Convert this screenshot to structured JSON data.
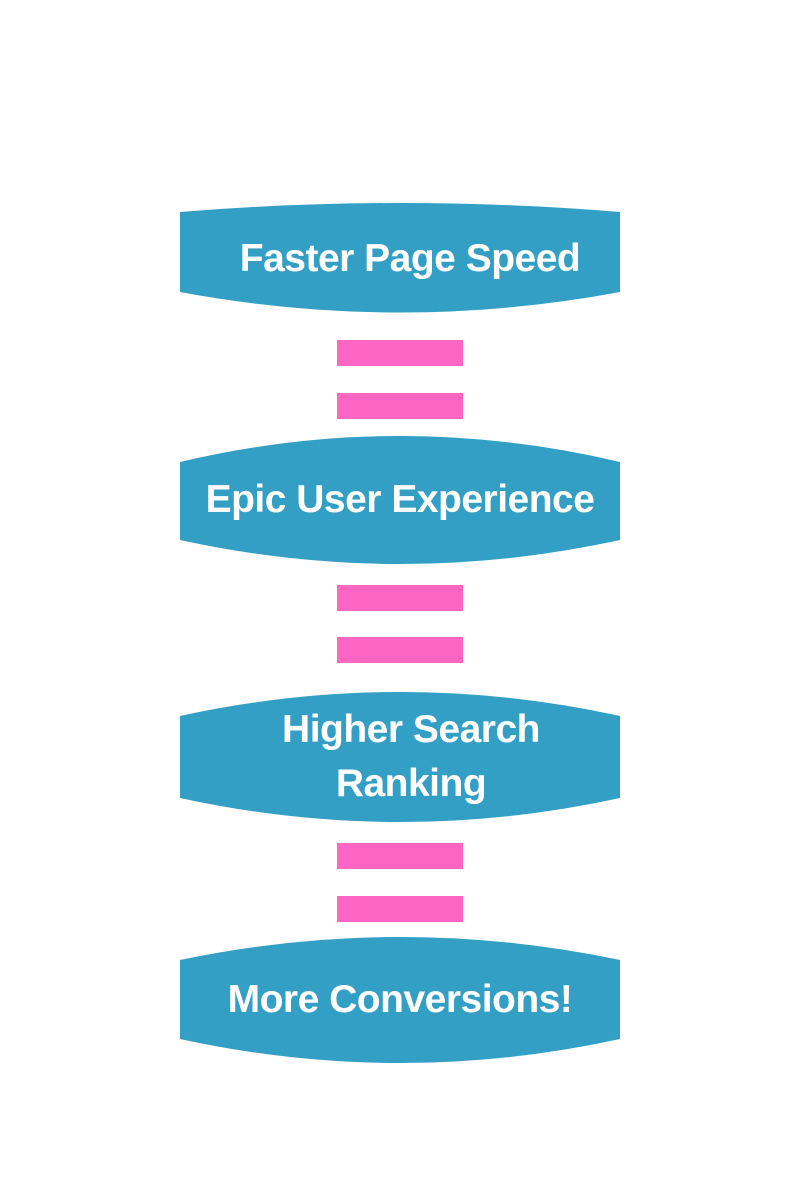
{
  "diagram": {
    "title": "Page speed benefits chain",
    "colors": {
      "banner_fill": "#339fc4",
      "equals_fill": "#ff66c4",
      "text": "#ffffff",
      "background": "#ffffff"
    },
    "steps": [
      {
        "label": "Faster Page Speed"
      },
      {
        "label": "Epic User Experience"
      },
      {
        "label": "Higher Search Ranking"
      },
      {
        "label": "More Conversions!"
      }
    ],
    "connector": "equals-sign"
  }
}
